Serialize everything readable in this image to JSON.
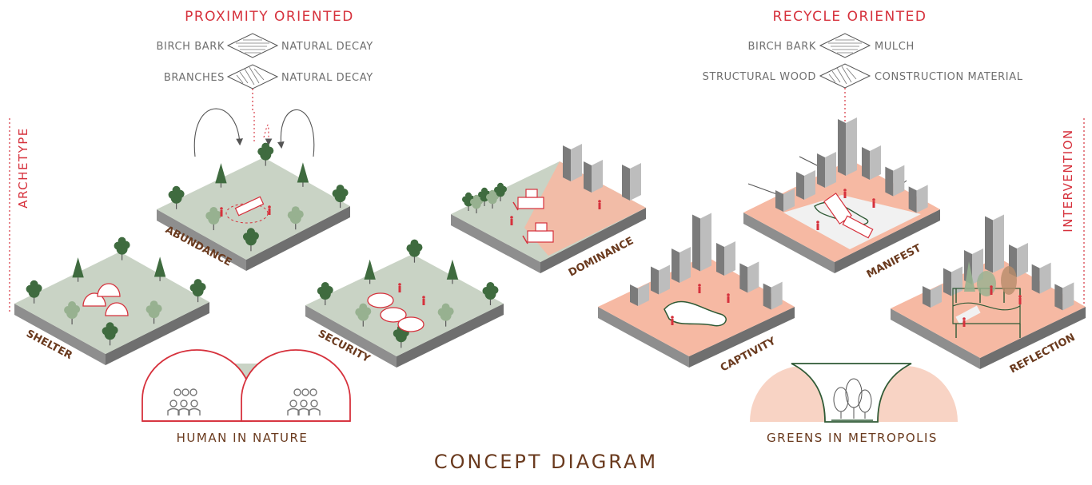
{
  "headers": {
    "left": "PROXIMITY ORIENTED",
    "right": "RECYCLE ORIENTED"
  },
  "materials": {
    "left": [
      {
        "from": "BIRCH BARK",
        "to": "NATURAL DECAY"
      },
      {
        "from": "BRANCHES",
        "to": "NATURAL DECAY"
      }
    ],
    "right": [
      {
        "from": "BIRCH BARK",
        "to": "MULCH"
      },
      {
        "from": "STRUCTURAL WOOD",
        "to": "CONSTRUCTION MATERIAL"
      }
    ]
  },
  "axes": {
    "left": "ARCHETYPE",
    "right": "INTERVENTION"
  },
  "tiles": [
    {
      "label": "SHELTER",
      "theme": "forest"
    },
    {
      "label": "ABUNDANCE",
      "theme": "forest"
    },
    {
      "label": "SECURITY",
      "theme": "forest"
    },
    {
      "label": "DOMINANCE",
      "theme": "transition"
    },
    {
      "label": "CAPTIVITY",
      "theme": "urban"
    },
    {
      "label": "MANIFEST",
      "theme": "urban"
    },
    {
      "label": "REFLECTION",
      "theme": "urban"
    }
  ],
  "summaries": {
    "left": "HUMAN IN NATURE",
    "right": "GREENS IN METROPOLIS"
  },
  "title": "CONCEPT DIAGRAM",
  "colors": {
    "accent_red": "#d6313c",
    "label_brown": "#6a3a1e",
    "ground_green": "#c9d3c5",
    "ground_pink": "#f6b9a3",
    "slab_side": "#8e8e8e",
    "tree_dark": "#3f6b3f",
    "tree_light": "#97b190"
  }
}
